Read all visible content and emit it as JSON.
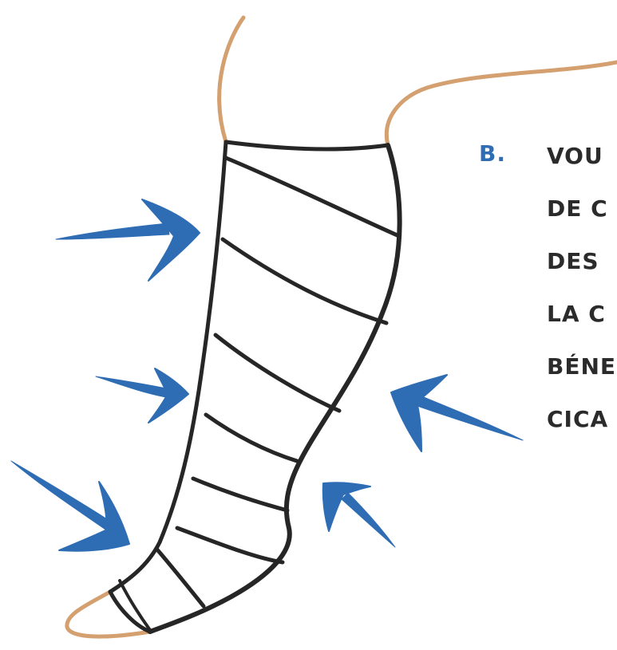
{
  "caption": {
    "step_letter": "B.",
    "lines": [
      "VOU",
      "DE C",
      "DES",
      "LA C",
      "BÉNE",
      "CICA"
    ]
  },
  "colors": {
    "skin_outline": "#d4a070",
    "bandage_outline": "#262626",
    "arrow": "#2e6db4",
    "caption_accent": "#2e6db4",
    "caption_text": "#2b2b2b"
  },
  "icons": [
    "compression-arrow-icon",
    "leg-icon",
    "bandage-icon"
  ]
}
